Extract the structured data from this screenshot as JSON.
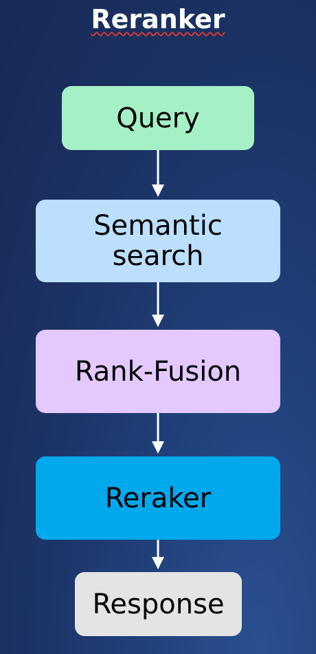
{
  "title": "Reranker",
  "nodes": {
    "query": "Query",
    "semantic_search": "Semantic\nsearch",
    "rank_fusion": "Rank-Fusion",
    "reraker": "Reraker",
    "response": "Response"
  },
  "edges": [
    {
      "from": "query",
      "to": "semantic_search"
    },
    {
      "from": "semantic_search",
      "to": "rank_fusion"
    },
    {
      "from": "rank_fusion",
      "to": "reraker"
    },
    {
      "from": "reraker",
      "to": "response"
    }
  ],
  "colors": {
    "background": "#1b3263",
    "query": "#a6f0c6",
    "semantic_search": "#bcdfff",
    "rank_fusion": "#e3c9ff",
    "reraker": "#00a8ec",
    "response": "#e4e4e4",
    "arrow": "#ffffff"
  }
}
